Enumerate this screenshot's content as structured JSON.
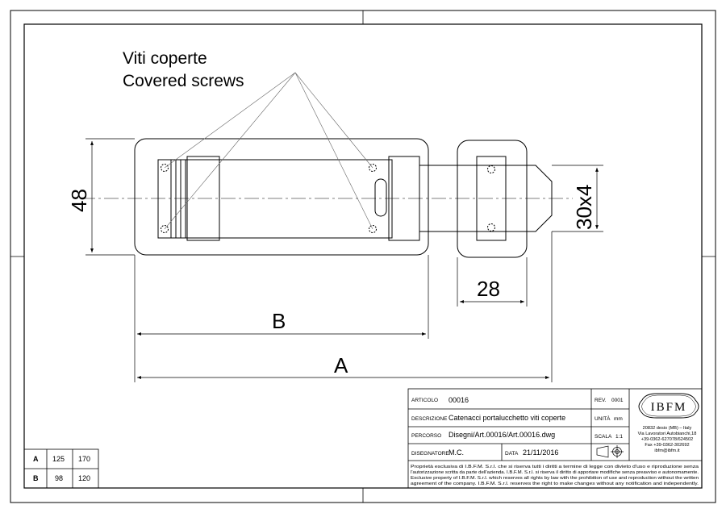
{
  "callout": {
    "line1": "Viti coperte",
    "line2": "Covered screws"
  },
  "dimensions": {
    "height": "48",
    "shackle": "30x4",
    "hasp_width": "28",
    "b_label": "B",
    "a_label": "A"
  },
  "size_table": {
    "rows": [
      {
        "label": "A",
        "col1": "125",
        "col2": "170"
      },
      {
        "label": "B",
        "col1": "98",
        "col2": "120"
      }
    ]
  },
  "title_block": {
    "articolo_label": "ARTICOLO",
    "articolo_value": "00016",
    "rev_label": "REV.",
    "rev_value": "0001",
    "descrizione_label": "DESCRIZIONE",
    "descrizione_value": "Catenacci portalucchetto viti coperte",
    "unita_label": "UNITÀ",
    "unita_value": "mm",
    "percorso_label": "PERCORSO",
    "percorso_value": "Disegni/Art.00016/Art.00016.dwg",
    "scala_label": "SCALA",
    "scala_value": "1:1",
    "disegnatore_label": "DISEGNATORE",
    "disegnatore_value": "M.C.",
    "data_label": "DATA",
    "data_value": "21/11/2016",
    "logo_text": "IBFM",
    "address": [
      "20832 desio (MB) – Italy",
      "Via Lavoratori Autobianchi,18",
      "+39-0362-627078/624502",
      "Fax +39-0362-302692",
      "ibfm@ibfm.it"
    ],
    "notice": [
      "Proprietà esclusiva di I.B.F.M. S.r.l. che si riserva tutti i diritti a termine di legge con divieto d'uso e riproduzione senza",
      "l'autorizzazione scritta da parte dell'azienda. I.B.F.M. S.r.l. si riserva il diritto di apportare modifiche senza preavviso e autonomamente.",
      "Exclusive property of I.B.F.M. S.r.l. which reserves all rights by law with the prohibition of use and reproduction without the written",
      "agreement of the company. I.B.F.M. S.r.l. reserves the right to make changes without any notification and independently."
    ]
  }
}
